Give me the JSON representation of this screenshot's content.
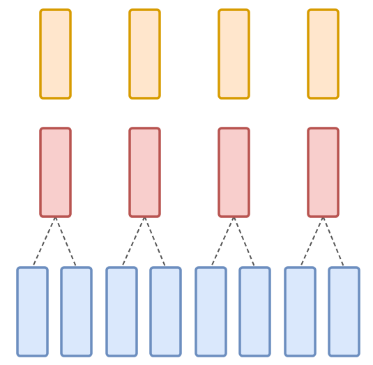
{
  "diagram": {
    "colors": {
      "background": "#ffffff",
      "top_fill": "#ffe6cc",
      "top_stroke": "#d79b00",
      "middle_fill": "#f8cecc",
      "middle_stroke": "#b85450",
      "bottom_fill": "#dae8fc",
      "bottom_stroke": "#6c8ebf",
      "connector": "#555555"
    },
    "groups": [
      {
        "id": "group-1",
        "children": [
          "leaf-1",
          "leaf-2"
        ]
      },
      {
        "id": "group-2",
        "children": [
          "leaf-3",
          "leaf-4"
        ]
      },
      {
        "id": "group-3",
        "children": [
          "leaf-5",
          "leaf-6"
        ]
      },
      {
        "id": "group-4",
        "children": [
          "leaf-7",
          "leaf-8"
        ]
      }
    ]
  }
}
